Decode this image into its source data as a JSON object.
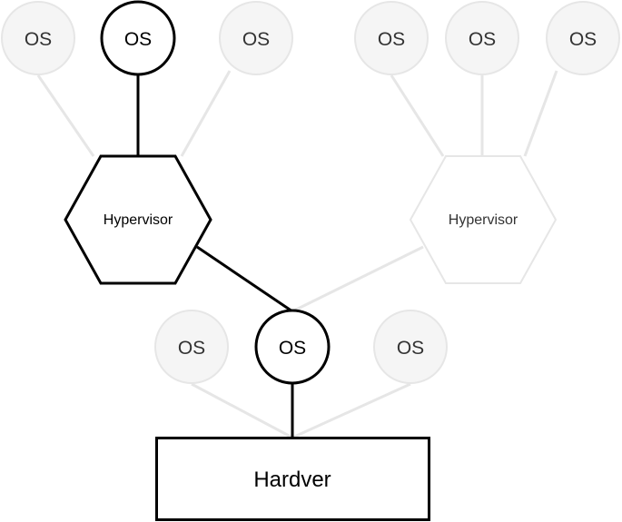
{
  "diagram": {
    "hardware": {
      "label": "Hardver"
    },
    "hypervisors": [
      {
        "label": "Hypervisor",
        "highlighted": true
      },
      {
        "label": "Hypervisor",
        "highlighted": false
      }
    ],
    "host_os": [
      {
        "label": "OS",
        "highlighted": false
      },
      {
        "label": "OS",
        "highlighted": true
      },
      {
        "label": "OS",
        "highlighted": false
      }
    ],
    "guest_os_left": [
      {
        "label": "OS",
        "highlighted": false
      },
      {
        "label": "OS",
        "highlighted": true
      },
      {
        "label": "OS",
        "highlighted": false
      }
    ],
    "guest_os_right": [
      {
        "label": "OS",
        "highlighted": false
      },
      {
        "label": "OS",
        "highlighted": false
      },
      {
        "label": "OS",
        "highlighted": false
      }
    ]
  },
  "colors": {
    "active_stroke": "#000000",
    "inactive_stroke": "#e6e6e6",
    "inactive_fill": "#f5f5f5",
    "active_text": "#000000",
    "inactive_text": "#333333"
  }
}
